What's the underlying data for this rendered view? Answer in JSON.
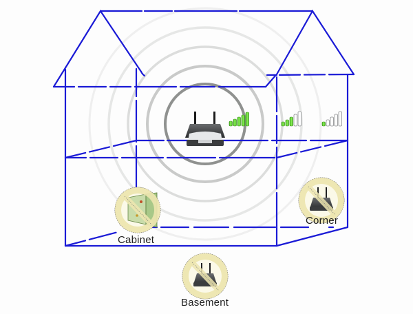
{
  "diagram": {
    "type": "router-placement-illustration",
    "colors": {
      "house_outline": "#1a1ad6",
      "wave_dark": "#8a8c8a",
      "wave_light": "#e4e5e4",
      "signal_green": "#55cc22",
      "signal_empty": "#ffffff",
      "no_sign_fill": "#f3efc6",
      "no_sign_ring": "#ece6b2",
      "router_body": "#3b3d3f"
    },
    "router": {
      "icon": "wireless-router-icon",
      "position": "upper-floor-center"
    },
    "signal_indicators": [
      {
        "name": "near",
        "bars_total": 5,
        "bars_filled": 5
      },
      {
        "name": "mid",
        "bars_total": 5,
        "bars_filled": 3
      },
      {
        "name": "far",
        "bars_total": 5,
        "bars_filled": 1
      }
    ],
    "bad_locations": [
      {
        "label": "Cabinet",
        "icon": "cabinet-no-icon"
      },
      {
        "label": "Corner",
        "icon": "router-no-icon"
      },
      {
        "label": "Basement",
        "icon": "router-no-icon"
      }
    ]
  }
}
